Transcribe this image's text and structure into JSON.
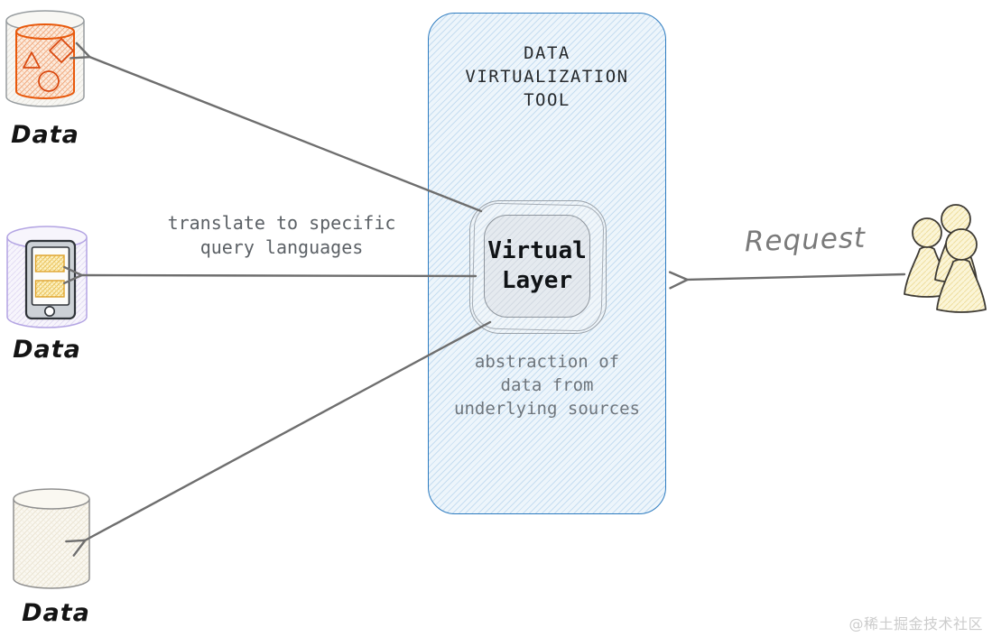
{
  "diagram": {
    "tool_box": {
      "title": "DATA\nVIRTUALIZATION\nTOOL",
      "virtual_layer_label": "Virtual\nLayer",
      "subtitle": "abstraction of\ndata from\nunderlying sources"
    },
    "annotations": {
      "translate_label": "translate to specific\nquery languages",
      "request_label": "Request"
    },
    "sources": [
      {
        "label": "Data",
        "kind": "database-with-shapes"
      },
      {
        "label": "Data",
        "kind": "device-in-cylinder"
      },
      {
        "label": "Data",
        "kind": "plain-cylinder"
      }
    ],
    "watermark": "@稀土掘金技术社区",
    "colors": {
      "tool_box_border": "#2e7cc0",
      "tool_box_fill": "#edf5fb",
      "virtual_layer_border": "#8d949c",
      "arrow": "#6e6e6e",
      "orange_accent": "#e8590c",
      "purple_accent": "#b3a4e3",
      "yellow_accent": "#ffe9a8",
      "people_fill": "#fbf5d7",
      "muted_text": "#6e757c"
    }
  }
}
